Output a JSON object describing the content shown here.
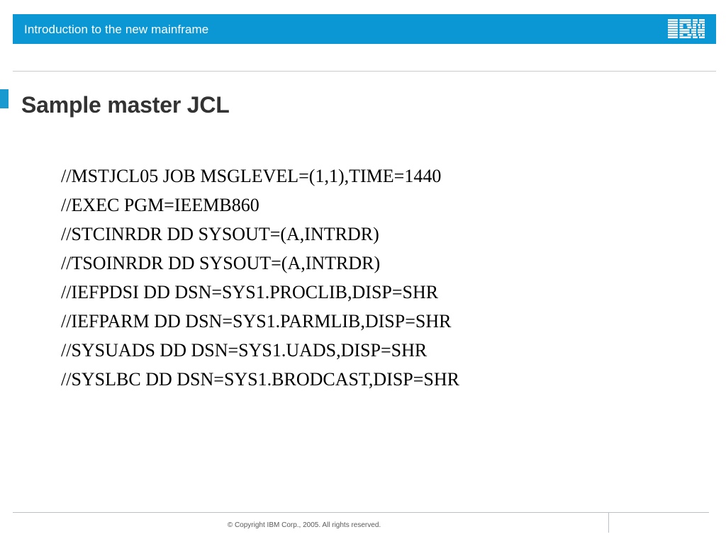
{
  "header": {
    "title": "Introduction to the new mainframe",
    "logo_name": "ibm-logo",
    "bar_color": "#0b97d3",
    "title_color": "#ffffff"
  },
  "title_section": {
    "heading": "Sample master JCL",
    "heading_color": "#333333",
    "accent_color": "#1899cf",
    "rule_color": "#c9ccce"
  },
  "content": {
    "jcl_lines": [
      "//MSTJCL05 JOB MSGLEVEL=(1,1),TIME=1440",
      "//EXEC PGM=IEEMB860",
      "//STCINRDR DD SYSOUT=(A,INTRDR)",
      "//TSOINRDR DD SYSOUT=(A,INTRDR)",
      "//IEFPDSI DD DSN=SYS1.PROCLIB,DISP=SHR",
      "//IEFPARM DD DSN=SYS1.PARMLIB,DISP=SHR",
      "//SYSUADS DD DSN=SYS1.UADS,DISP=SHR",
      "//SYSLBC DD DSN=SYS1.BRODCAST,DISP=SHR"
    ],
    "text_color": "#000000"
  },
  "footer": {
    "copyright": "© Copyright IBM Corp., 2005. All rights reserved.",
    "rule_color": "#b9c2c9",
    "text_color": "#5a5a5a"
  }
}
